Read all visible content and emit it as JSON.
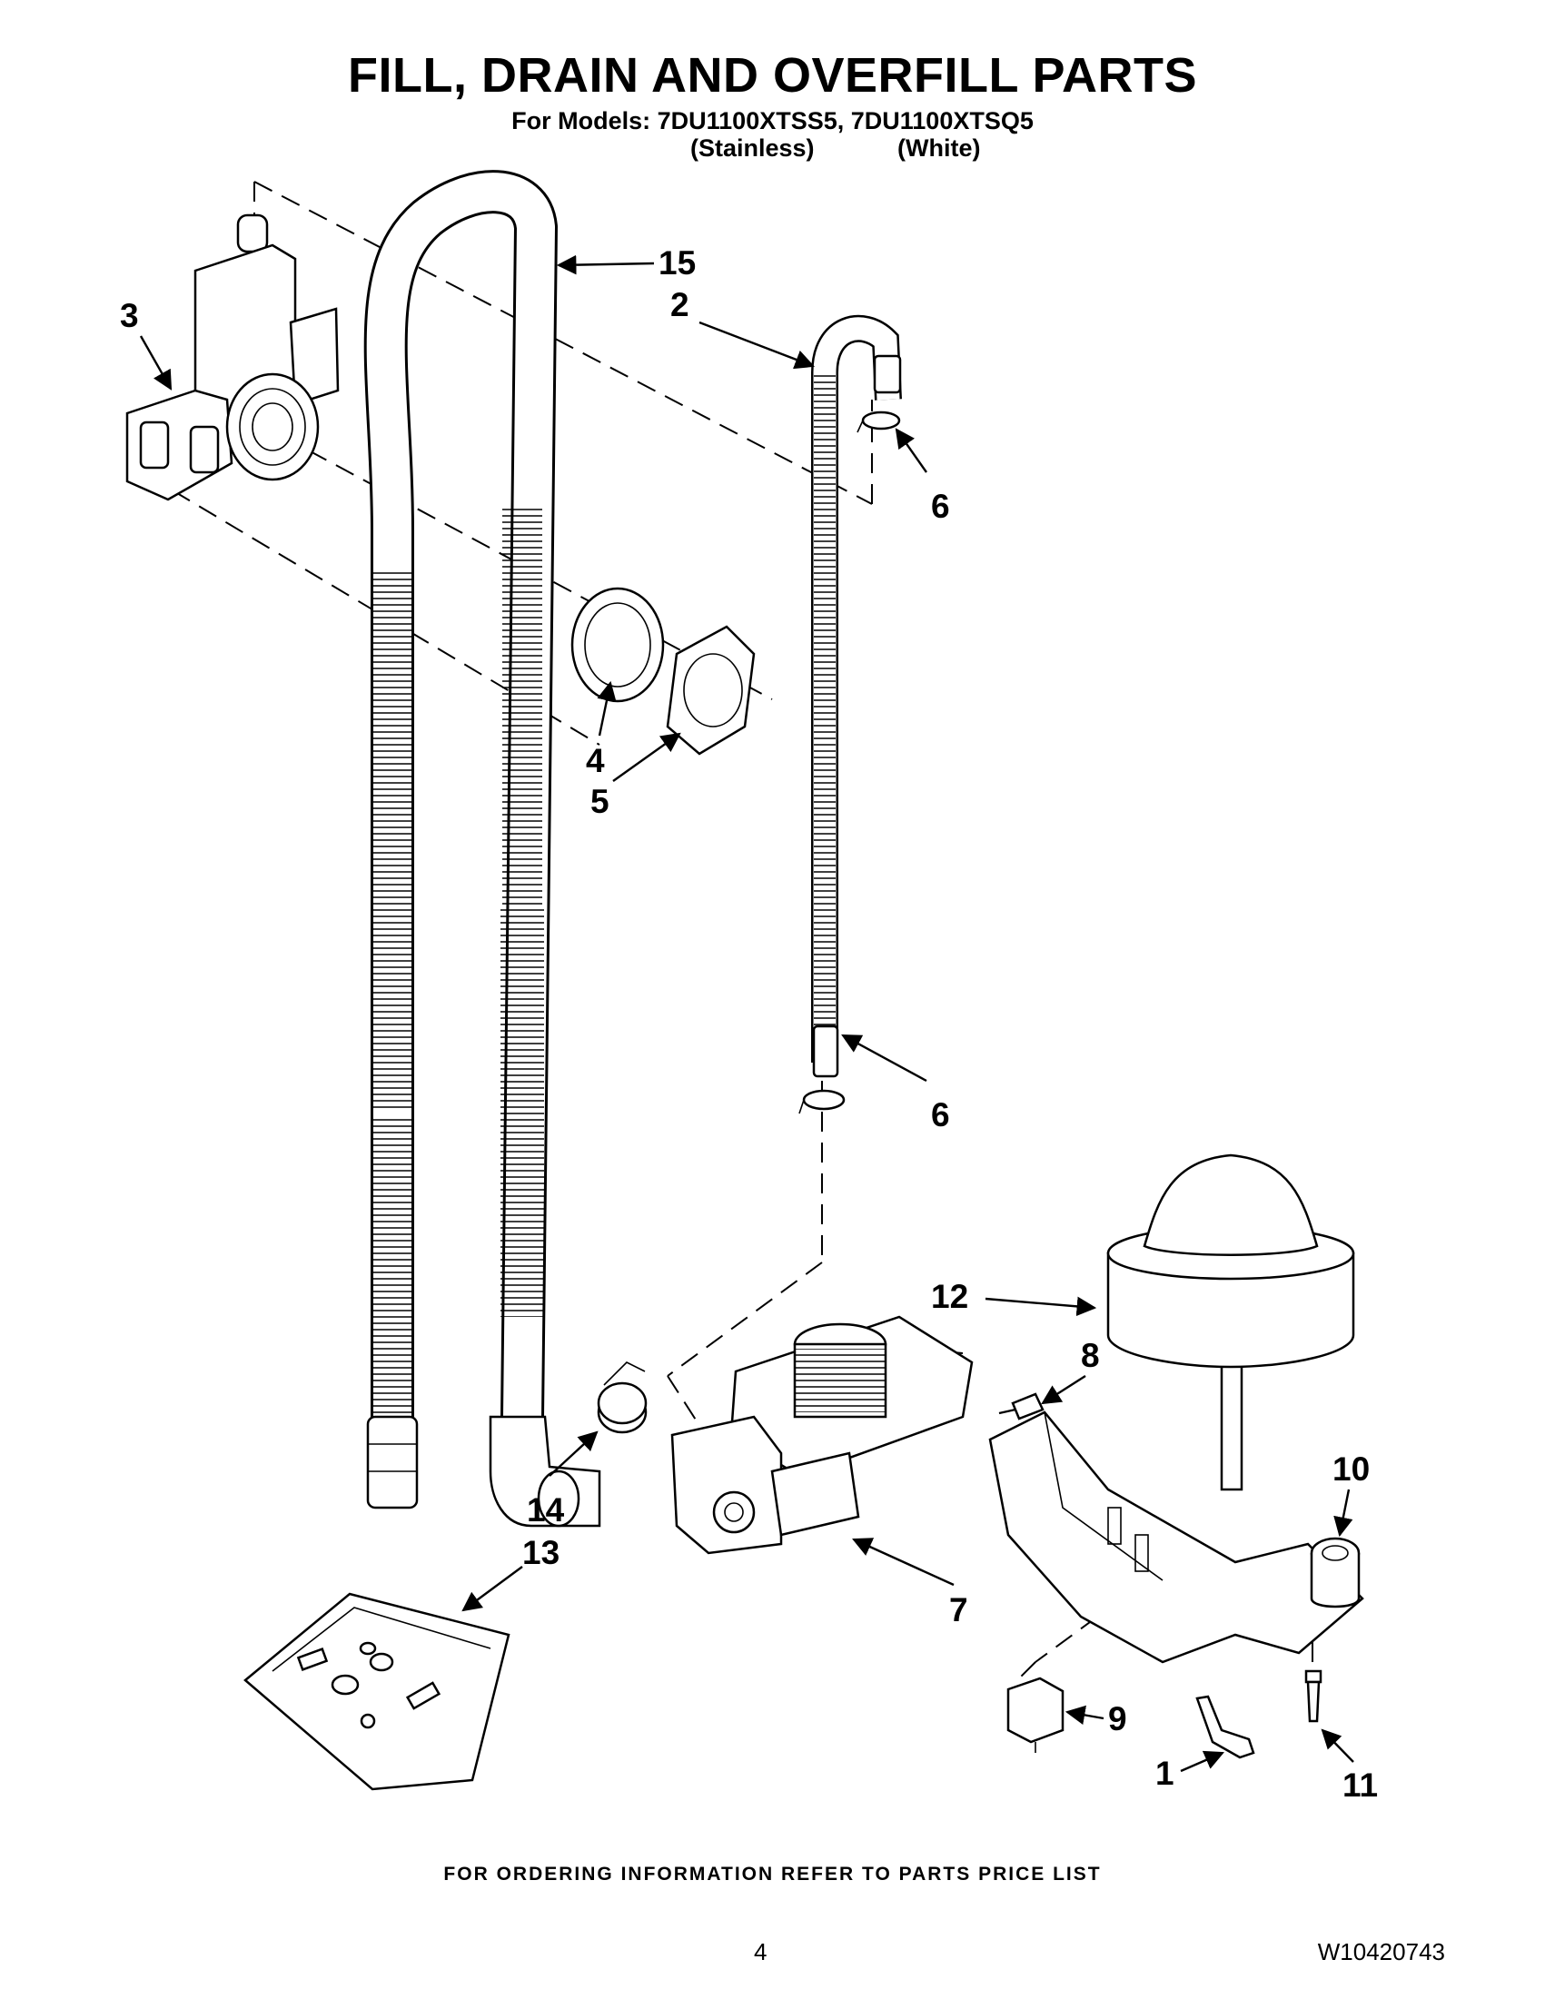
{
  "header": {
    "title": "FILL, DRAIN AND OVERFILL PARTS",
    "models_line": "For Models: 7DU1100XTSS5, 7DU1100XTSQ5",
    "variant_stainless": "(Stainless)",
    "variant_white": "(White)"
  },
  "callouts": {
    "c1": "1",
    "c2": "2",
    "c3": "3",
    "c4": "4",
    "c5": "5",
    "c6a": "6",
    "c6b": "6",
    "c7": "7",
    "c8": "8",
    "c9": "9",
    "c10": "10",
    "c11": "11",
    "c12": "12",
    "c13": "13",
    "c14": "14",
    "c15": "15"
  },
  "footer": {
    "ordering_note": "FOR ORDERING INFORMATION REFER TO PARTS PRICE LIST",
    "page_number": "4",
    "document_id": "W10420743"
  }
}
